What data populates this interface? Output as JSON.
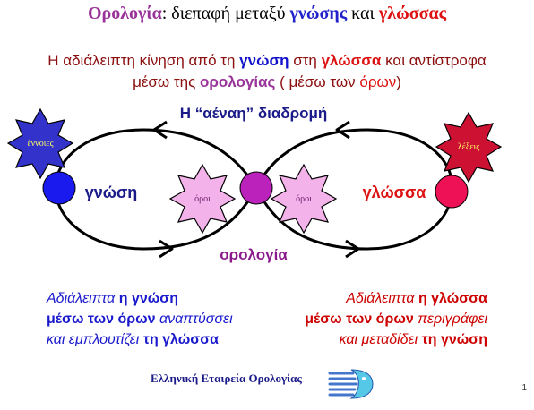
{
  "title": {
    "part1": "Ορολογία",
    "part2": ": διεπαφή μεταξύ ",
    "part3": "γνώσης",
    "part4": " και ",
    "part5": "γλώσσας"
  },
  "subtitle": {
    "line1_a": "Η αδιάλειπτη κίνηση από τη ",
    "line1_b": "γνώση",
    "line1_c": " στη ",
    "line1_d": "γλώσσα",
    "line1_e": " και αντίστροφα",
    "line2_a": "μέσω της ",
    "line2_b": "ορολογίας",
    "line2_c": " ( μέσω των ",
    "line2_d": "όρων",
    "line2_e": ")"
  },
  "diagram": {
    "top_label": "Η “αέναη” διαδρομή",
    "bottom_label": "ορολογία",
    "left_node_label": "γνώση",
    "right_node_label": "γλώσσα",
    "star_concepts": "έννοιες",
    "star_words": "λέξεις",
    "star_terms_left": "όροι",
    "star_terms_right": "όροι",
    "colors": {
      "left_node": "#1a1aee",
      "center_node": "#bb22bb",
      "right_node": "#ee1155",
      "star_blue": "#3333cc",
      "star_pink": "#f3b3ea",
      "star_red": "#cc1133"
    }
  },
  "caption_left": {
    "l1_a": "Αδιάλειπτα ",
    "l1_b": "η γνώση",
    "l2_a": "μέσω των όρων",
    "l2_b": " αναπτύσσει",
    "l3_a": "και εμπλουτίζει ",
    "l3_b": "τη γλώσσα"
  },
  "caption_right": {
    "l1_a": "Αδιάλειπτα ",
    "l1_b": "η γλώσσα",
    "l2_a": "μέσω των όρων",
    "l2_b": " περιγράφει",
    "l3_a": "και μεταδίδει ",
    "l3_b": "τη γνώση"
  },
  "footer": {
    "organization": "Ελληνική Εταιρεία Ορολογίας",
    "page_number": "1"
  }
}
